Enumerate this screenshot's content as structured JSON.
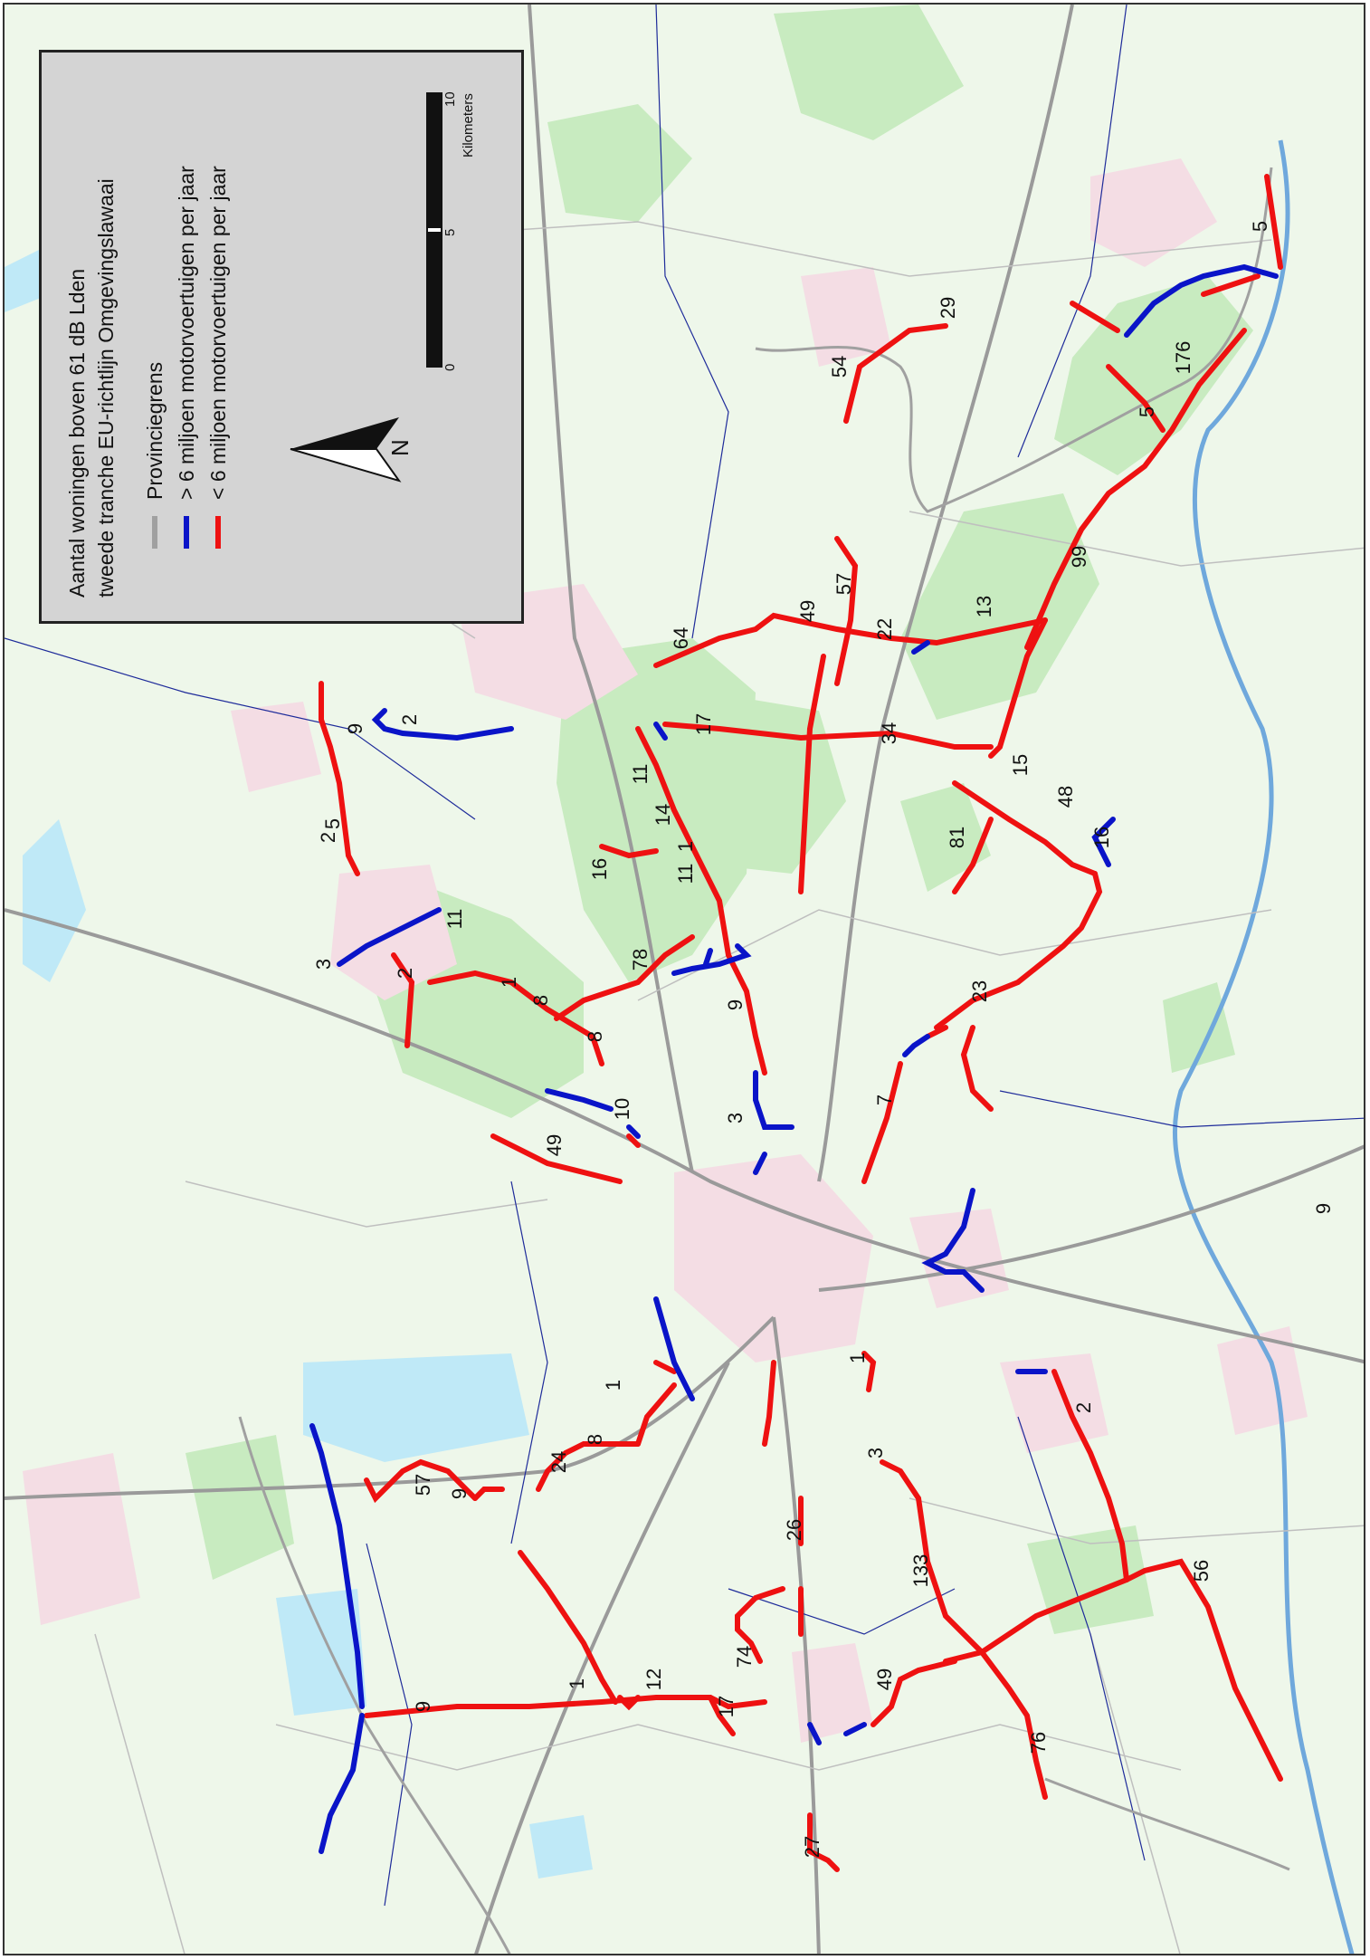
{
  "legend": {
    "title_line1": "Aantal woningen boven 61 dB Lden",
    "title_line2": "tweede tranche EU-richtlijn Omgevingslawaai",
    "items": [
      {
        "label": "Provinciegrens",
        "color": "#a0a0a0"
      },
      {
        "label": "> 6 miljoen motorvoertuigen per jaar",
        "color": "#0a14c8"
      },
      {
        "label": "< 6 miljoen motorvoertuigen per jaar",
        "color": "#ee1111"
      }
    ],
    "north_label": "N",
    "scale": {
      "ticks": [
        "0",
        "5",
        "10"
      ],
      "unit": "Kilometers"
    }
  },
  "road_labels": [
    "5",
    "29",
    "54",
    "176",
    "5",
    "99",
    "57",
    "49",
    "22",
    "13",
    "64",
    "17",
    "34",
    "15",
    "48",
    "16",
    "81",
    "11",
    "14",
    "1",
    "16",
    "11",
    "2",
    "9",
    "5",
    "2",
    "3",
    "11",
    "2",
    "1",
    "78",
    "8",
    "9",
    "23",
    "8",
    "10",
    "3",
    "7",
    "49",
    "9",
    "1",
    "1",
    "2",
    "3",
    "8",
    "24",
    "57",
    "9",
    "26",
    "133",
    "56",
    "74",
    "1",
    "12",
    "9",
    "17",
    "49",
    "76",
    "27"
  ],
  "colors": {
    "red": "#ee1111",
    "blue": "#0a14c8",
    "green": "#c8ebc0",
    "pink": "#f4dde4",
    "water": "#bfe9f7",
    "base": "#eef7ea"
  }
}
